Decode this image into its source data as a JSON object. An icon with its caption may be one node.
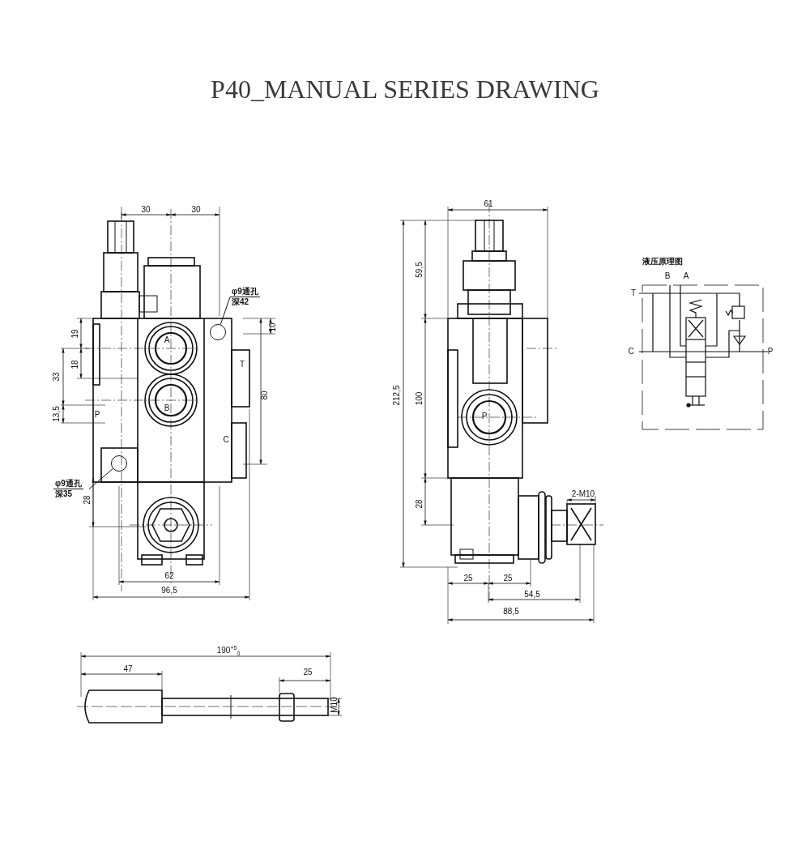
{
  "diagram": {
    "title": "P40_MANUAL SERIES DRAWING",
    "nodes": [
      {
        "text": [
          "φ9通孔",
          "深42"
        ]
      },
      {
        "text": [],
        "shape": "circle"
      },
      {
        "text": [
          "φ9通孔",
          "深35"
        ]
      },
      {
        "text": [],
        "shape": "circle"
      }
    ],
    "edges": [
      {
        "from": 0,
        "to": 1,
        "arrow": "none"
      },
      {
        "from": 2,
        "to": 3,
        "arrow": "none"
      }
    ],
    "labels": [
      "30",
      "30",
      "19",
      "A",
      "10",
      "33",
      "18",
      "T",
      "80",
      "13,5",
      "P",
      "B",
      "C",
      "28",
      "62",
      "96,5",
      "61",
      "59,5",
      "212,5",
      "100",
      "P",
      "28",
      "2-M10",
      "25",
      "25",
      "54,5",
      "88,5",
      "液压原理图",
      "B",
      "A",
      "T",
      "C",
      "P",
      "190$^{+5}$$_{0}$",
      "47",
      "25",
      "M10"
    ]
  }
}
